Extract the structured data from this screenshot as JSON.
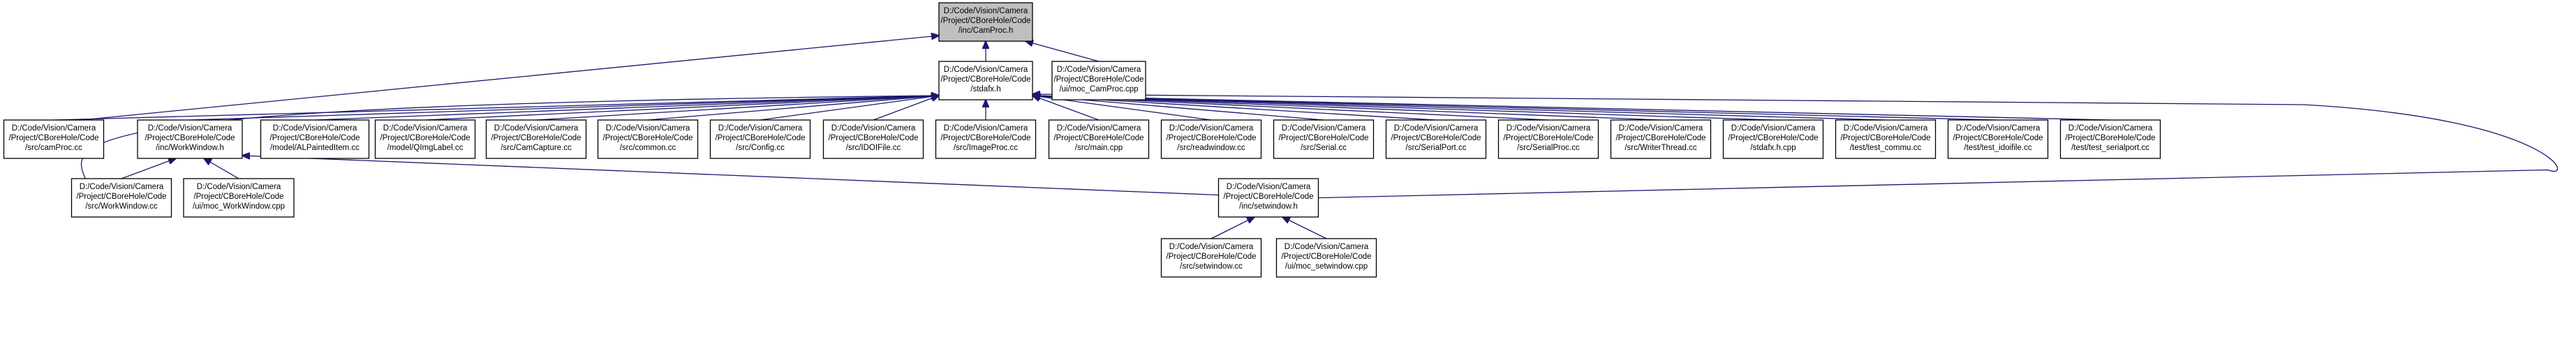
{
  "graph": {
    "type": "include-dependency-graph",
    "colors": {
      "edge": "#191970",
      "root_fill": "#bfbfbf",
      "node_fill": "#ffffff",
      "border": "#000000"
    },
    "nodes": [
      {
        "id": "camproc_h",
        "lines": [
          "D:/Code/Vision/Camera",
          "/Project/CBoreHole/Code",
          "/inc/CamProc.h"
        ],
        "root": true
      },
      {
        "id": "stdafx_h",
        "lines": [
          "D:/Code/Vision/Camera",
          "/Project/CBoreHole/Code",
          "/stdafx.h"
        ]
      },
      {
        "id": "moc_camproc",
        "lines": [
          "D:/Code/Vision/Camera",
          "/Project/CBoreHole/Code",
          "/ui/moc_CamProc.cpp"
        ]
      },
      {
        "id": "camproc_cc",
        "lines": [
          "D:/Code/Vision/Camera",
          "/Project/CBoreHole/Code",
          "/src/camProc.cc"
        ]
      },
      {
        "id": "workwindow_h",
        "lines": [
          "D:/Code/Vision/Camera",
          "/Project/CBoreHole/Code",
          "/inc/WorkWindow.h"
        ]
      },
      {
        "id": "alpainted",
        "lines": [
          "D:/Code/Vision/Camera",
          "/Project/CBoreHole/Code",
          "/model/ALPaintedItem.cc"
        ]
      },
      {
        "id": "qimglabel",
        "lines": [
          "D:/Code/Vision/Camera",
          "/Project/CBoreHole/Code",
          "/model/QImgLabel.cc"
        ]
      },
      {
        "id": "camcapture",
        "lines": [
          "D:/Code/Vision/Camera",
          "/Project/CBoreHole/Code",
          "/src/CamCapture.cc"
        ]
      },
      {
        "id": "common",
        "lines": [
          "D:/Code/Vision/Camera",
          "/Project/CBoreHole/Code",
          "/src/common.cc"
        ]
      },
      {
        "id": "config",
        "lines": [
          "D:/Code/Vision/Camera",
          "/Project/CBoreHole/Code",
          "/src/Config.cc"
        ]
      },
      {
        "id": "idoifile",
        "lines": [
          "D:/Code/Vision/Camera",
          "/Project/CBoreHole/Code",
          "/src/IDOIFile.cc"
        ]
      },
      {
        "id": "imageproc",
        "lines": [
          "D:/Code/Vision/Camera",
          "/Project/CBoreHole/Code",
          "/src/ImageProc.cc"
        ]
      },
      {
        "id": "main",
        "lines": [
          "D:/Code/Vision/Camera",
          "/Project/CBoreHole/Code",
          "/src/main.cpp"
        ]
      },
      {
        "id": "readwindow",
        "lines": [
          "D:/Code/Vision/Camera",
          "/Project/CBoreHole/Code",
          "/src/readwindow.cc"
        ]
      },
      {
        "id": "serial",
        "lines": [
          "D:/Code/Vision/Camera",
          "/Project/CBoreHole/Code",
          "/src/Serial.cc"
        ]
      },
      {
        "id": "serialport",
        "lines": [
          "D:/Code/Vision/Camera",
          "/Project/CBoreHole/Code",
          "/src/SerialPort.cc"
        ]
      },
      {
        "id": "serialproc",
        "lines": [
          "D:/Code/Vision/Camera",
          "/Project/CBoreHole/Code",
          "/src/SerialProc.cc"
        ]
      },
      {
        "id": "writerthread",
        "lines": [
          "D:/Code/Vision/Camera",
          "/Project/CBoreHole/Code",
          "/src/WriterThread.cc"
        ]
      },
      {
        "id": "stdafx_cpp",
        "lines": [
          "D:/Code/Vision/Camera",
          "/Project/CBoreHole/Code",
          "/stdafx.h.cpp"
        ]
      },
      {
        "id": "test_commu",
        "lines": [
          "D:/Code/Vision/Camera",
          "/Project/CBoreHole/Code",
          "/test/test_commu.cc"
        ]
      },
      {
        "id": "test_idoifile",
        "lines": [
          "D:/Code/Vision/Camera",
          "/Project/CBoreHole/Code",
          "/test/test_idoifile.cc"
        ]
      },
      {
        "id": "test_serialport",
        "lines": [
          "D:/Code/Vision/Camera",
          "/Project/CBoreHole/Code",
          "/test/test_serialport.cc"
        ]
      },
      {
        "id": "workwindow_cc",
        "lines": [
          "D:/Code/Vision/Camera",
          "/Project/CBoreHole/Code",
          "/src/WorkWindow.cc"
        ]
      },
      {
        "id": "moc_workwindow",
        "lines": [
          "D:/Code/Vision/Camera",
          "/Project/CBoreHole/Code",
          "/ui/moc_WorkWindow.cpp"
        ]
      },
      {
        "id": "setwindow_h",
        "lines": [
          "D:/Code/Vision/Camera",
          "/Project/CBoreHole/Code",
          "/inc/setwindow.h"
        ]
      },
      {
        "id": "setwindow_cc",
        "lines": [
          "D:/Code/Vision/Camera",
          "/Project/CBoreHole/Code",
          "/src/setwindow.cc"
        ]
      },
      {
        "id": "moc_setwindow",
        "lines": [
          "D:/Code/Vision/Camera",
          "/Project/CBoreHole/Code",
          "/ui/moc_setwindow.cpp"
        ]
      }
    ],
    "edges": [
      {
        "from": "stdafx_h",
        "to": "camproc_h"
      },
      {
        "from": "moc_camproc",
        "to": "camproc_h"
      },
      {
        "from": "camproc_cc",
        "to": "camproc_h"
      },
      {
        "from": "camproc_cc",
        "to": "stdafx_h"
      },
      {
        "from": "workwindow_h",
        "to": "stdafx_h"
      },
      {
        "from": "alpainted",
        "to": "stdafx_h"
      },
      {
        "from": "qimglabel",
        "to": "stdafx_h"
      },
      {
        "from": "camcapture",
        "to": "stdafx_h"
      },
      {
        "from": "common",
        "to": "stdafx_h"
      },
      {
        "from": "config",
        "to": "stdafx_h"
      },
      {
        "from": "idoifile",
        "to": "stdafx_h"
      },
      {
        "from": "imageproc",
        "to": "stdafx_h"
      },
      {
        "from": "main",
        "to": "stdafx_h"
      },
      {
        "from": "readwindow",
        "to": "stdafx_h"
      },
      {
        "from": "serial",
        "to": "stdafx_h"
      },
      {
        "from": "serialport",
        "to": "stdafx_h"
      },
      {
        "from": "serialproc",
        "to": "stdafx_h"
      },
      {
        "from": "writerthread",
        "to": "stdafx_h"
      },
      {
        "from": "stdafx_cpp",
        "to": "stdafx_h"
      },
      {
        "from": "test_commu",
        "to": "stdafx_h"
      },
      {
        "from": "test_idoifile",
        "to": "stdafx_h"
      },
      {
        "from": "test_serialport",
        "to": "stdafx_h"
      },
      {
        "from": "workwindow_cc",
        "to": "stdafx_h"
      },
      {
        "from": "setwindow_h",
        "to": "stdafx_h"
      },
      {
        "from": "workwindow_cc",
        "to": "workwindow_h"
      },
      {
        "from": "moc_workwindow",
        "to": "workwindow_h"
      },
      {
        "from": "setwindow_h",
        "to": "workwindow_h"
      },
      {
        "from": "setwindow_cc",
        "to": "setwindow_h"
      },
      {
        "from": "moc_setwindow",
        "to": "setwindow_h"
      }
    ]
  }
}
